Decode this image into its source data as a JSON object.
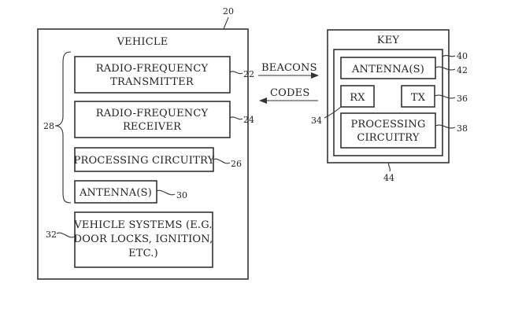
{
  "vehicle": {
    "ref": "20",
    "title": "VEHICLE",
    "group_ref": "28",
    "rf_transmitter": {
      "line1": "RADIO-FREQUENCY",
      "line2": "TRANSMITTER",
      "ref": "22"
    },
    "rf_receiver": {
      "line1": "RADIO-FREQUENCY",
      "line2": "RECEIVER",
      "ref": "24"
    },
    "processing": {
      "label": "PROCESSING CIRCUITRY",
      "ref": "26"
    },
    "antenna": {
      "label": "ANTENNA(S)",
      "ref": "30"
    },
    "systems": {
      "line1": "VEHICLE SYSTEMS (E.G.",
      "line2": "DOOR LOCKS, IGNITION,",
      "line3": "ETC.)",
      "ref": "32"
    }
  },
  "signals": {
    "beacons": "BEACONS",
    "codes": "CODES"
  },
  "key": {
    "title": "KEY",
    "outer_ref": "44",
    "inner_ref": "40",
    "antenna": {
      "label": "ANTENNA(S)",
      "ref": "42"
    },
    "rx": {
      "label": "RX",
      "ref": "34"
    },
    "tx": {
      "label": "TX",
      "ref": "36"
    },
    "processing": {
      "line1": "PROCESSING",
      "line2": "CIRCUITRY",
      "ref": "38"
    }
  }
}
